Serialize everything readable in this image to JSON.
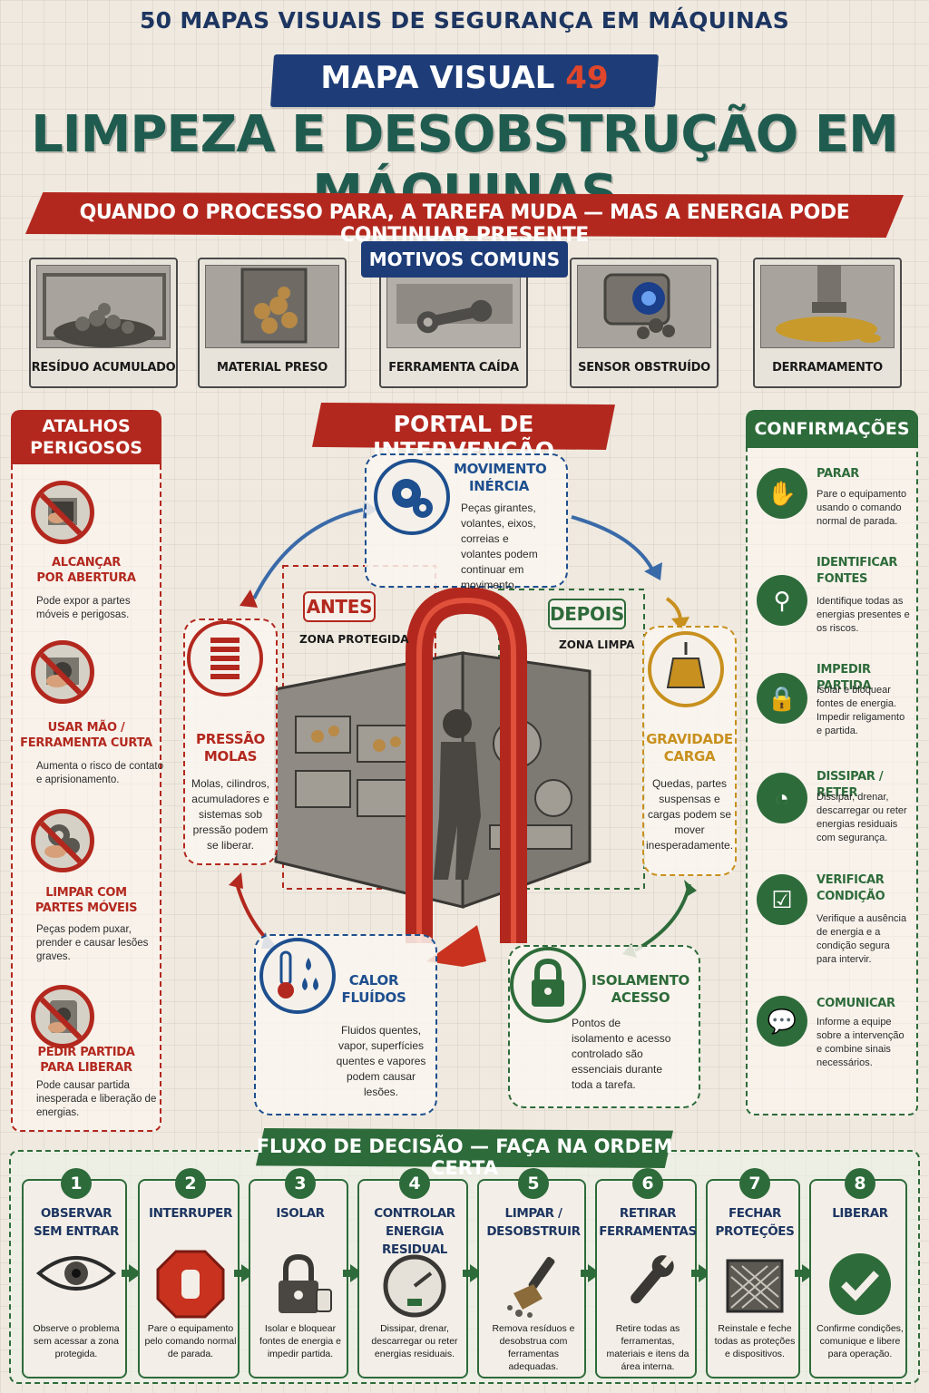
{
  "header": {
    "series_title": "50 MAPAS VISUAIS DE SEGURANÇA EM MÁQUINAS",
    "map_label": "MAPA VISUAL",
    "map_number": "49",
    "main_title": "LIMPEZA E DESOBSTRUÇÃO EM MÁQUINAS",
    "subtitle": "QUANDO O PROCESSO PARA, A TAREFA MUDA — MAS A ENERGIA PODE CONTINUAR PRESENTE"
  },
  "motivos": {
    "title": "MOTIVOS COMUNS",
    "items": [
      {
        "label": "RESÍDUO ACUMULADO",
        "icon": "debris-pile-icon"
      },
      {
        "label": "MATERIAL PRESO",
        "icon": "jammed-material-icon"
      },
      {
        "label": "FERRAMENTA CAÍDA",
        "icon": "wrench-icon"
      },
      {
        "label": "SENSOR OBSTRUÍDO",
        "icon": "blocked-sensor-icon"
      },
      {
        "label": "DERRAMAMENTO",
        "icon": "spill-icon"
      }
    ]
  },
  "atalhos": {
    "title_line1": "ATALHOS",
    "title_line2": "PERIGOSOS",
    "items": [
      {
        "title_line1": "ALCANÇAR",
        "title_line2": "POR ABERTURA",
        "text": "Pode expor a partes móveis e perigosas.",
        "icon": "hand-reaching-icon"
      },
      {
        "title_line1": "USAR MÃO /",
        "title_line2": "FERRAMENTA CURTA",
        "text": "Aumenta o risco de contato e aprisionamento.",
        "icon": "hand-tool-icon"
      },
      {
        "title_line1": "LIMPAR COM",
        "title_line2": "PARTES MÓVEIS",
        "text": "Peças podem puxar, prender e causar lesões graves.",
        "icon": "gears-hand-icon"
      },
      {
        "title_line1": "PEDIR PARTIDA",
        "title_line2": "PARA LIBERAR",
        "text": "Pode causar partida inesperada e liberação de energias.",
        "icon": "start-button-icon"
      }
    ]
  },
  "confirmacoes": {
    "title": "CONFIRMAÇÕES",
    "items": [
      {
        "title_line1": "PARAR",
        "title_line2": "",
        "text": "Pare o equipamento usando o comando normal de parada.",
        "icon": "stop-hand-icon",
        "glyph": "✋"
      },
      {
        "title_line1": "IDENTIFICAR",
        "title_line2": "FONTES",
        "text": "Identifique todas as energias presentes e os riscos.",
        "icon": "magnifier-icon",
        "glyph": "⚲"
      },
      {
        "title_line1": "IMPEDIR PARTIDA",
        "title_line2": "",
        "text": "Isolar e bloquear fontes de energia. Impedir religamento e partida.",
        "icon": "padlock-icon",
        "glyph": "🔒"
      },
      {
        "title_line1": "DISSIPAR / RETER",
        "title_line2": "",
        "text": "Dissipar, drenar, descarregar ou reter energias residuais com segurança.",
        "icon": "gauge-icon",
        "glyph": "◔"
      },
      {
        "title_line1": "VERIFICAR",
        "title_line2": "CONDIÇÃO",
        "text": "Verifique a ausência de energia e a condição segura para intervir.",
        "icon": "checklist-icon",
        "glyph": "☑"
      },
      {
        "title_line1": "COMUNICAR",
        "title_line2": "",
        "text": "Informe a equipe sobre a intervenção e combine sinais necessários.",
        "icon": "speech-bubble-icon",
        "glyph": "💬"
      }
    ]
  },
  "portal": {
    "title": "PORTAL DE INTERVENÇÃO",
    "antes": "ANTES",
    "antes_zone": "ZONA PROTEGIDA",
    "depois": "DEPOIS",
    "depois_zone": "ZONA LIMPA",
    "energies": {
      "movimento": {
        "title_line1": "MOVIMENTO",
        "title_line2": "INÉRCIA",
        "text": "Peças girantes, volantes, eixos, correias e volantes podem continuar em movimento.",
        "color": "#1e4f8f"
      },
      "pressao": {
        "title_line1": "PRESSÃO",
        "title_line2": "MOLAS",
        "text": "Molas, cilindros, acumuladores e sistemas sob pressão podem se liberar.",
        "color": "#b3281e"
      },
      "gravidade": {
        "title_line1": "GRAVIDADE",
        "title_line2": "CARGA",
        "text": "Quedas, partes suspensas e cargas podem se mover inesperadamente.",
        "color": "#c8901e"
      },
      "calor": {
        "title_line1": "CALOR",
        "title_line2": "FLUÍDOS",
        "text": "Fluidos quentes, vapor, superfícies quentes e vapores podem causar lesões.",
        "color": "#1e4f8f"
      },
      "isolamento": {
        "title_line1": "ISOLAMENTO",
        "title_line2": "ACESSO",
        "text": "Pontos de isolamento e acesso controlado são essenciais durante toda a tarefa.",
        "color": "#2e6b3a"
      }
    }
  },
  "fluxo": {
    "title": "FLUXO DE DECISÃO — FAÇA NA ORDEM CERTA",
    "steps": [
      {
        "num": "1",
        "title_line1": "OBSERVAR",
        "title_line2": "SEM ENTRAR",
        "text": "Observe o problema sem acessar a zona protegida.",
        "icon": "eye-icon"
      },
      {
        "num": "2",
        "title_line1": "INTERRUPER",
        "title_line2": "",
        "text": "Pare o equipamento pelo comando normal de parada.",
        "icon": "stop-sign-icon"
      },
      {
        "num": "3",
        "title_line1": "ISOLAR",
        "title_line2": "",
        "text": "Isolar e bloquear fontes de energia e impedir partida.",
        "icon": "lock-tag-icon"
      },
      {
        "num": "4",
        "title_line1": "CONTROLAR",
        "title_line2": "ENERGIA RESIDUAL",
        "text": "Dissipar, drenar, descarregar ou reter energias residuais.",
        "icon": "gauge-icon"
      },
      {
        "num": "5",
        "title_line1": "LIMPAR /",
        "title_line2": "DESOBSTRUIR",
        "text": "Remova resíduos e desobstrua com ferramentas adequadas.",
        "icon": "brush-icon"
      },
      {
        "num": "6",
        "title_line1": "RETIRAR",
        "title_line2": "FERRAMENTAS",
        "text": "Retire todas as ferramentas, materiais e itens da área interna.",
        "icon": "wrench-icon"
      },
      {
        "num": "7",
        "title_line1": "FECHAR",
        "title_line2": "PROTEÇÕES",
        "text": "Reinstale e feche todas as proteções e dispositivos.",
        "icon": "guard-icon"
      },
      {
        "num": "8",
        "title_line1": "LIBERAR",
        "title_line2": "",
        "text": "Confirme condições, comunique e libere para operação.",
        "icon": "check-circle-icon"
      }
    ]
  },
  "colors": {
    "navy": "#1e3d78",
    "red": "#b3281e",
    "green": "#2e6b3a",
    "teal_title": "#1f5c4f",
    "amber": "#c8901e"
  }
}
